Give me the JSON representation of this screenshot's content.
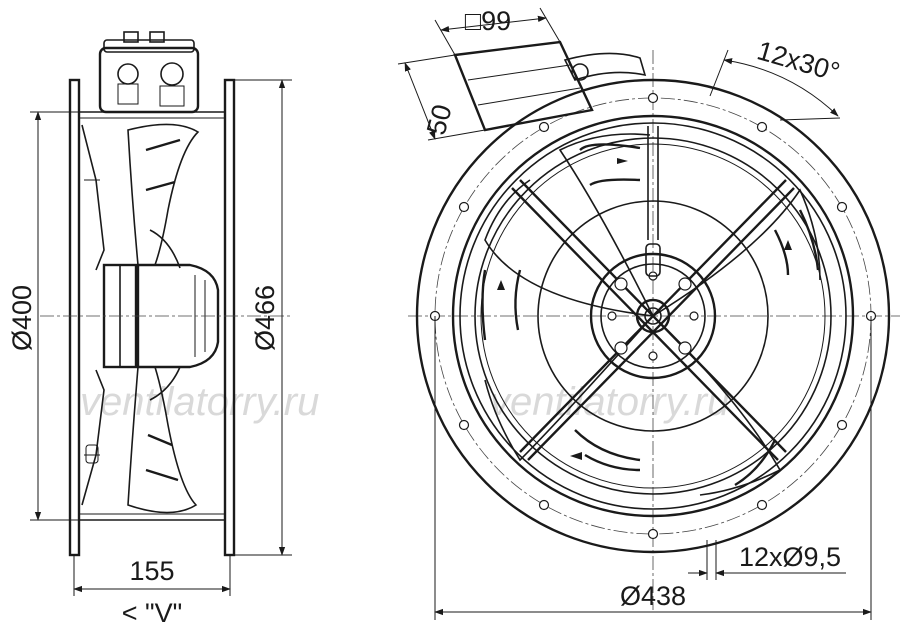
{
  "side_view": {
    "dim_inner_diameter": "Ø400",
    "dim_outer_diameter": "Ø466",
    "dim_depth": "155",
    "view_label": "< \"V\""
  },
  "front_view": {
    "dim_box_width": "□99",
    "dim_box_height": "50",
    "dim_hole_spacing": "12x30°",
    "dim_holes": "12xØ9,5",
    "dim_pitch_diameter": "Ø438"
  },
  "watermark": {
    "left": "ventilatorry.ru",
    "right": "ventilatorry.ru"
  }
}
